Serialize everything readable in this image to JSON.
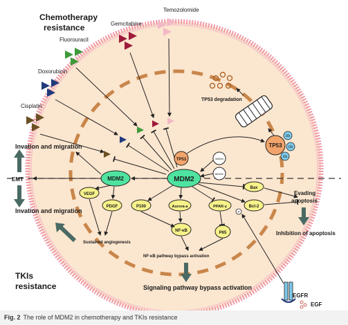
{
  "diagram": {
    "sections": {
      "chemo_line1": "Chemotherapy",
      "chemo_line2": "resistance",
      "tki_line1": "TKIs",
      "tki_line2": "resistance"
    },
    "drugs": {
      "temozolomide": "Temozolomide",
      "gemcitabine": "Gemcitabine",
      "fluorouracil": "Fluorouracil",
      "doxorubicin": "Doxorubicin",
      "cisplatin": "Cisplatin"
    },
    "nodes": {
      "tp53_degradation": "TP53 degradation",
      "tp53_small": "TP53",
      "tp53_right": "TP53",
      "ub": "Ub",
      "mdm2_left": "MDM2",
      "mdm2_center": "MDM2",
      "mdm4": "MDM4",
      "mdmx": "MDMX",
      "emt": "EMT",
      "invation_upper": "Invation and migration",
      "invation_lower": "Invation and migration",
      "vegf": "VEGF",
      "pdgf": "PDGF",
      "p100": "P100",
      "aurora": "Aurora-a",
      "nfkb": "NF-κB",
      "ppar": "PPAR-γ",
      "p65": "P65",
      "bax": "Bax",
      "bcl2": "Bcl-2",
      "p_site": "P",
      "angiogenesis": "Sustained angiogenesis",
      "nfkb_bypass": "NF-κB pathway bypass activation",
      "evading_line1": "Evading",
      "evading_line2": "apoptosis",
      "inhibition": "Inhibition of apoptosis",
      "signaling_bypass": "Signaling pathway bypass activation",
      "egfr": "EGFR",
      "egf": "EGF"
    },
    "colors": {
      "cell_fill": "#fbe6cf",
      "membrane": "#ef9aa8",
      "nucleus_dash": "#c9864a",
      "mdm2_green": "#4fe3a0",
      "node_yellow": "#f7f28a",
      "tp53_orange": "#f2a46a",
      "ub_blue": "#7ec9ea",
      "big_arrow": "#4a6a64",
      "temozolomide": "#f2b8c6",
      "gemcitabine": "#9e1b3b",
      "fluorouracil": "#3e9a3a",
      "doxorubicin": "#1f3a7a",
      "cisplatin": "#6b5024"
    }
  },
  "caption": {
    "label": "Fig. 2",
    "text": "The role of MDM2 in chemotherapy and TKIs resistance"
  }
}
